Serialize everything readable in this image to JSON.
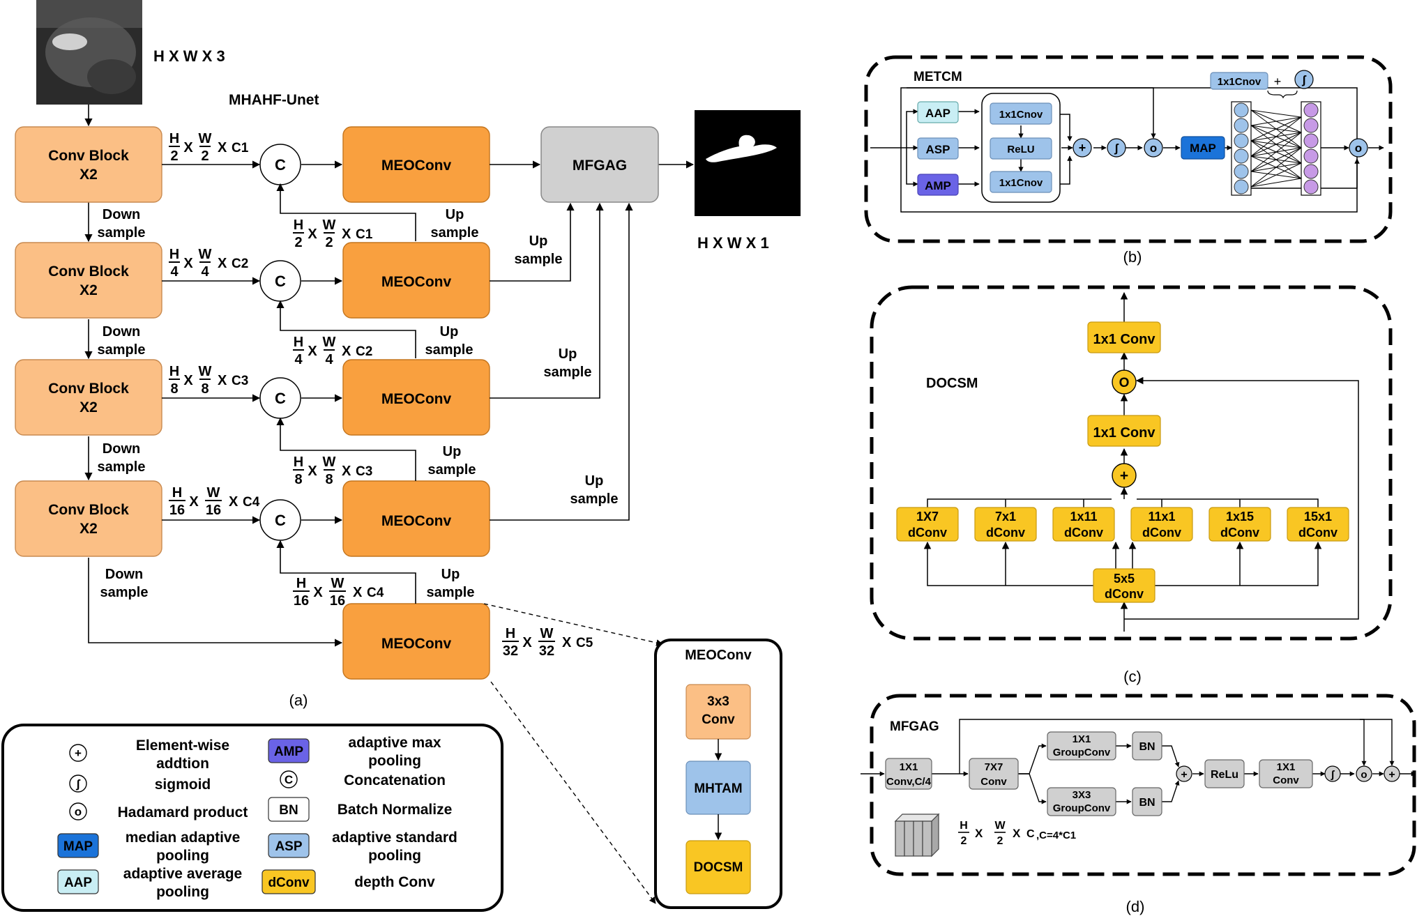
{
  "a": {
    "input_dim": "H X W X 3",
    "output_dim": "H X W X 1",
    "title": "MHAHF-Unet",
    "conv_block": [
      "Conv Block",
      "X2"
    ],
    "meoconv": "MEOConv",
    "concat": "C",
    "mfgag": "MFGAG",
    "down": [
      "Down",
      "sample"
    ],
    "up": [
      "Up",
      "sample"
    ],
    "frac_h": "H",
    "frac_w": "W",
    "x": "X",
    "den": [
      "2",
      "4",
      "8",
      "16",
      "32"
    ],
    "ch": [
      "C1",
      "C2",
      "C3",
      "C4",
      "C5"
    ],
    "caption": "(a)"
  },
  "detail": {
    "title": "MEOConv",
    "b1": [
      "3x3",
      "Conv"
    ],
    "b2": "MHTAM",
    "b3": "DOCSM"
  },
  "legend": [
    {
      "sym": "+",
      "label": [
        "Element-wise",
        "addtion"
      ]
    },
    {
      "sym": "ʃ",
      "label": [
        "sigmoid"
      ]
    },
    {
      "sym": "o",
      "label": [
        "Hadamard product"
      ]
    },
    {
      "sym": "MAP",
      "label": [
        "median adaptive",
        "pooling"
      ]
    },
    {
      "sym": "AAP",
      "label": [
        "adaptive average",
        "pooling"
      ]
    },
    {
      "sym": "AMP",
      "label": [
        "adaptive max",
        "pooling"
      ]
    },
    {
      "sym": "C",
      "label": [
        "Concatenation"
      ]
    },
    {
      "sym": "BN",
      "label": [
        "Batch Normalize"
      ]
    },
    {
      "sym": "ASP",
      "label": [
        "adaptive standard",
        "pooling"
      ]
    },
    {
      "sym": "dConv",
      "label": [
        "depth Conv"
      ]
    }
  ],
  "b": {
    "title": "METCM",
    "aap": "AAP",
    "asp": "ASP",
    "amp": "AMP",
    "cnov": "1x1Cnov",
    "relu": "ReLU",
    "plus": "+",
    "sig": "ʃ",
    "had": "o",
    "map": "MAP",
    "caption": "(b)"
  },
  "c": {
    "title": "DOCSM",
    "conv": "1x1 Conv",
    "o": "O",
    "plus": "+",
    "branches": [
      [
        "1X7",
        "dConv"
      ],
      [
        "7x1",
        "dConv"
      ],
      [
        "1x11",
        "dConv"
      ],
      [
        "11x1",
        "dConv"
      ],
      [
        "1x15",
        "dConv"
      ],
      [
        "15x1",
        "dConv"
      ]
    ],
    "base": [
      "5x5",
      "dConv"
    ],
    "caption": "(c)"
  },
  "d": {
    "title": "MFGAG",
    "b1": [
      "1X1",
      "Conv,C/4"
    ],
    "b2": [
      "7X7",
      "Conv"
    ],
    "g1": [
      "1X1",
      "GroupConv"
    ],
    "g2": [
      "3X3",
      "GroupConv"
    ],
    "bn": "BN",
    "relu": "ReLu",
    "b3": [
      "1X1",
      "Conv"
    ],
    "dim_tail": "C",
    "dim_sub": ",C=4*C1",
    "caption": "(d)"
  },
  "colors": {
    "orange_light": "#fbbf85",
    "orange": "#f9a03f",
    "gray": "#d0d0d0",
    "blue_light": "#9ec3ea",
    "cyan_light": "#c9eef4",
    "purple": "#6a63e6",
    "blue": "#1b73d9",
    "yellow": "#f9c623",
    "lavender": "#c79ae6"
  }
}
